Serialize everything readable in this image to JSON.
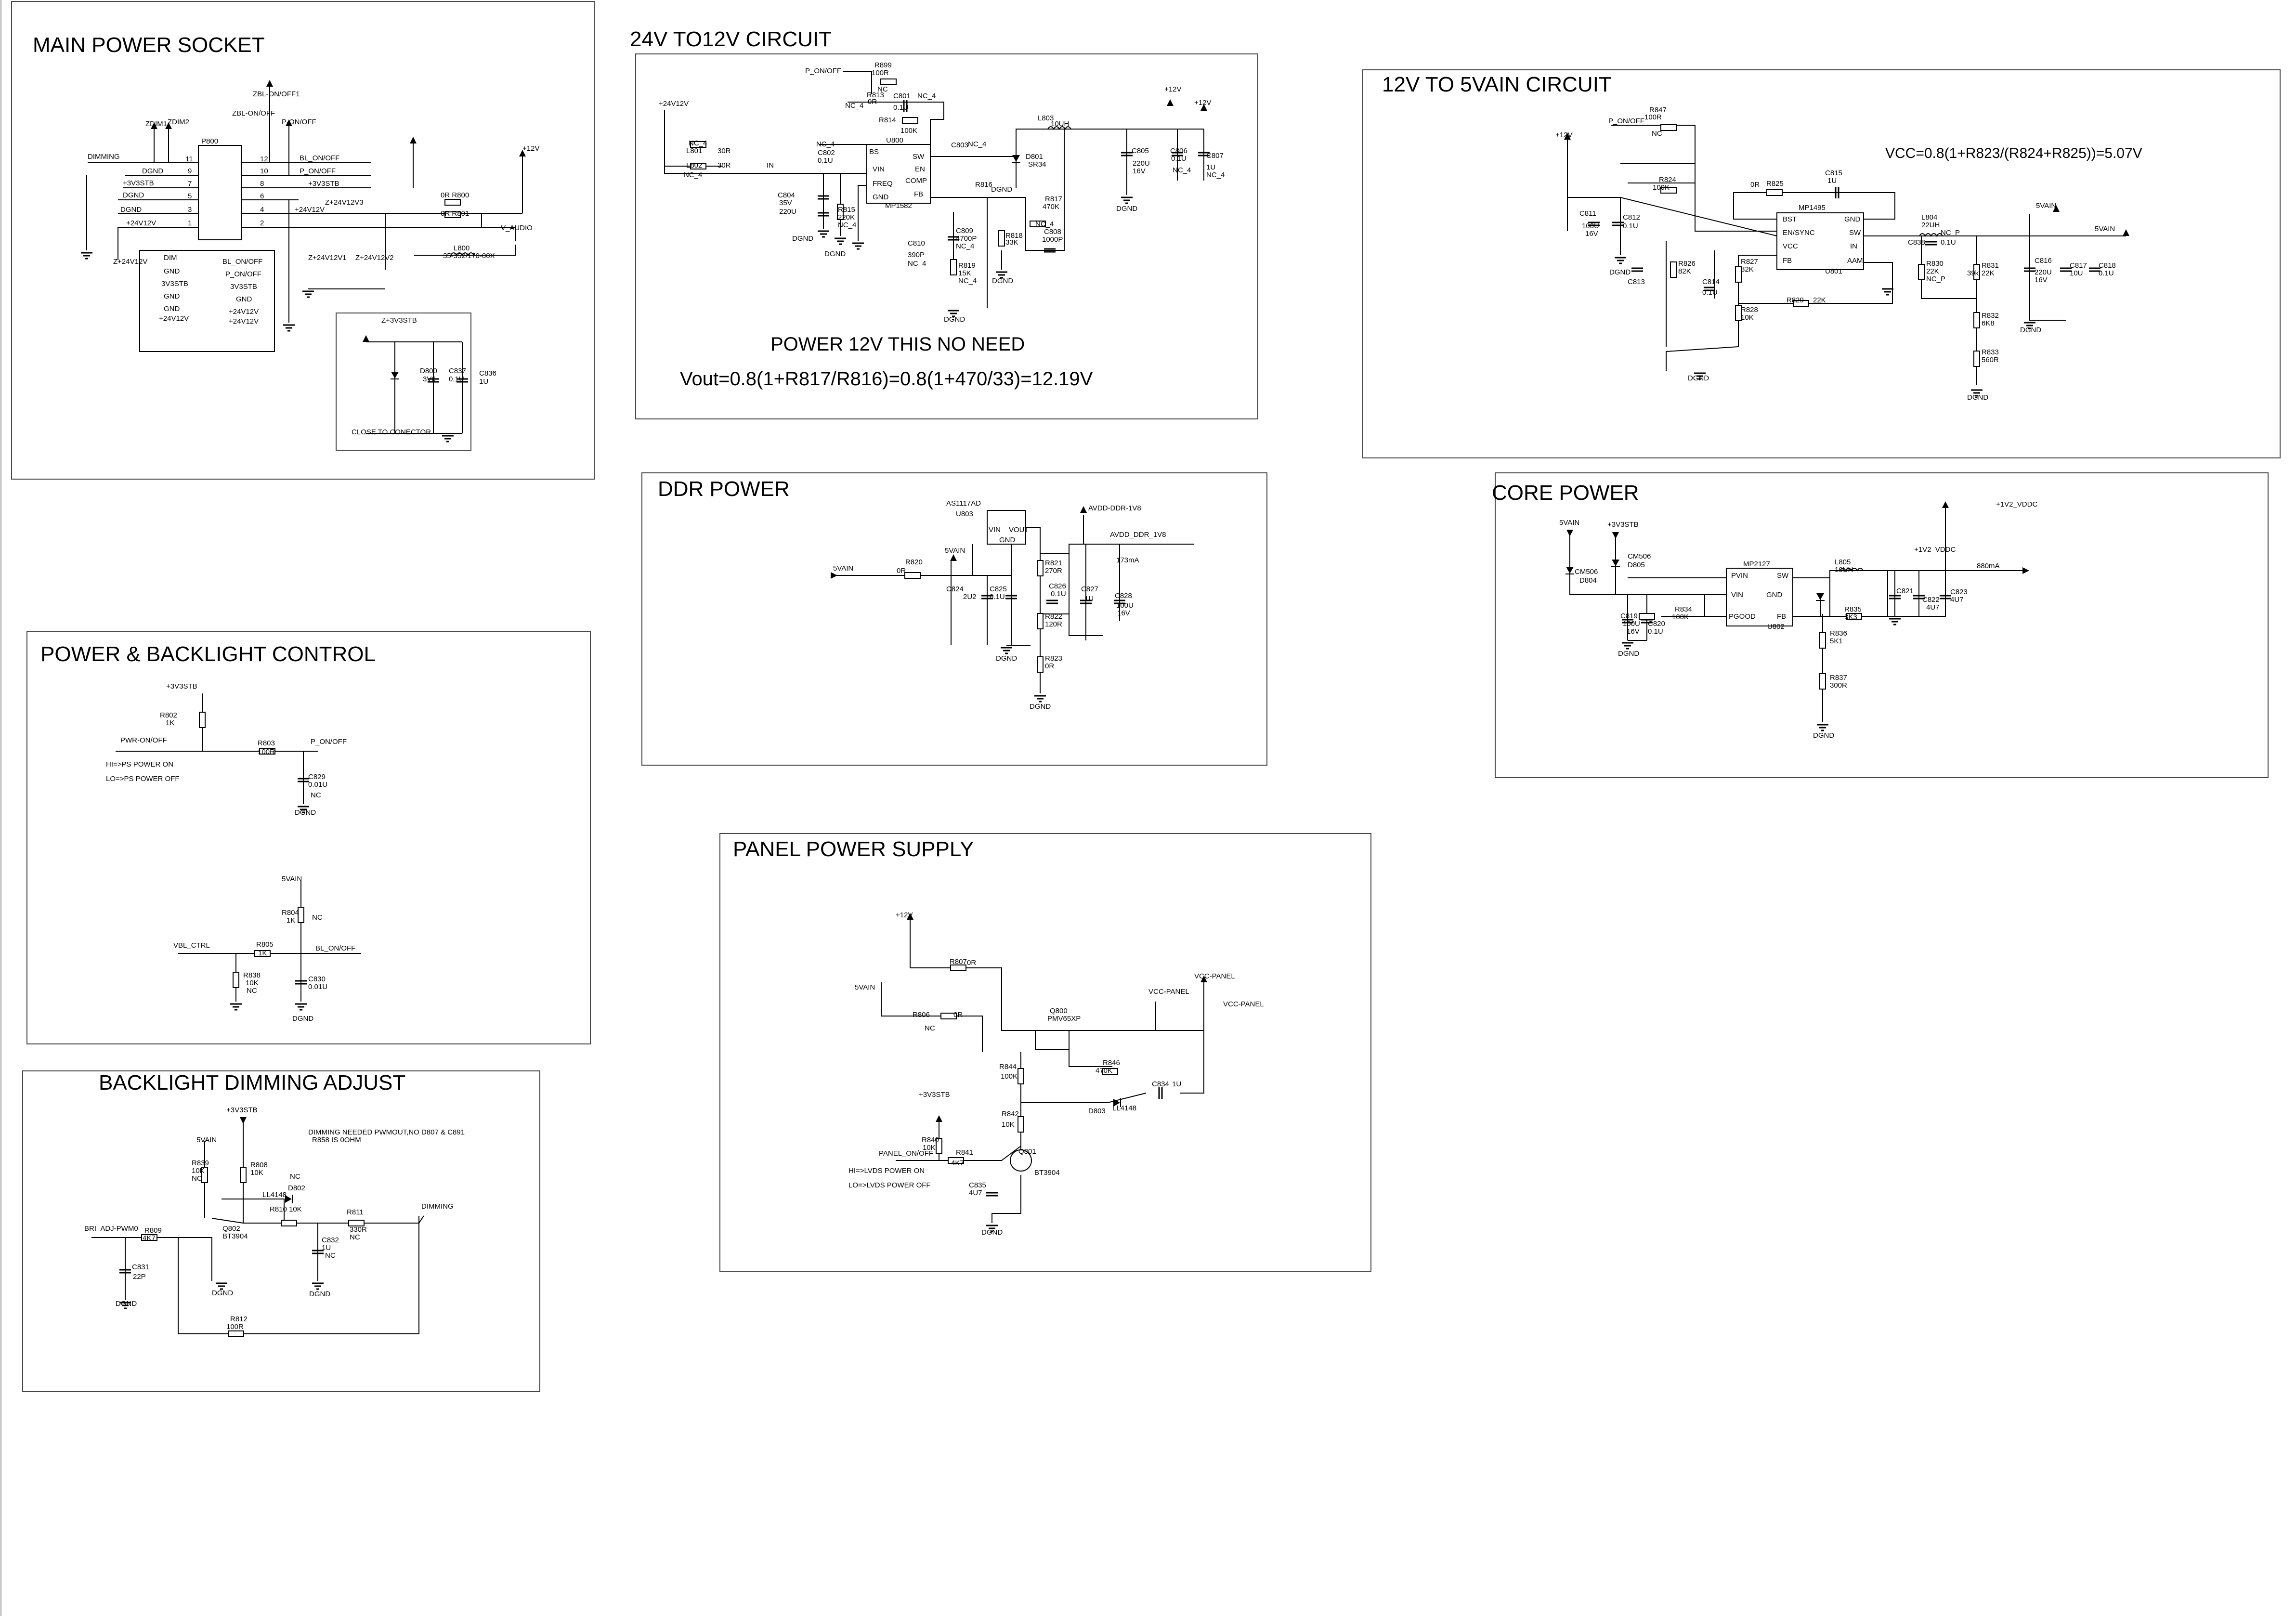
{
  "sections": {
    "main_power_socket": {
      "title": "MAIN POWER SOCKET",
      "labels": [
        "DIMMING",
        "ZDIM1",
        "ZDIM2",
        "ZBL-ON/OFF1",
        "ZBL-ON/OFF",
        "P-ON/OFF",
        "P800",
        "+3V3STB",
        "DGND",
        "DGND",
        "DGND",
        "+24V12V",
        "Z+24V12V",
        "11",
        "9",
        "7",
        "5",
        "3",
        "1",
        "12",
        "10",
        "8",
        "6",
        "4",
        "2",
        "BL_ON/OFF",
        "P_ON/OFF",
        "+3V3STB",
        "+24V12V",
        "Z+24V12V3",
        "Z+24V12V1",
        "Z+24V12V2",
        "0R R800",
        "0R R801",
        "V_AUDIO",
        "+12V",
        "L800",
        "35-352/170-00X",
        "DIM",
        "GND",
        "3V3STB",
        "GND",
        "GND",
        "+24V12V",
        "BL_ON/OFF",
        "P_ON/OFF",
        "3V3STB",
        "GND",
        "+24V12V",
        "+24V12V",
        "Z+3V3STB",
        "D800",
        "3V6",
        "C837",
        "0.1U",
        "C836",
        "1U",
        "CLOSE TO CONECTOR"
      ]
    },
    "c24v_to_12v": {
      "title": "24V TO12V CIRCUIT",
      "note1": "POWER  12V  THIS  NO NEED",
      "note2": "Vout=0.8(1+R817/R816)=0.8(1+470/33)=12.19V",
      "labels": [
        "P_ON/OFF",
        "R899",
        "100R",
        "NC",
        "R813",
        "0R",
        "C801",
        "0.1U",
        "NC_4",
        "NC_4",
        "R814",
        "100K",
        "+24V12V",
        "NC_4",
        "L801",
        "30R",
        "L802",
        "30R",
        "NC_4",
        "IN",
        "U800",
        "NC_4",
        "C802",
        "0.1U",
        "BS",
        "SW",
        "VIN",
        "EN",
        "FREQ",
        "COMP",
        "GND",
        "FB",
        "MP1582",
        "C804",
        "35V",
        "220U",
        "R815",
        "220K",
        "NC_4",
        "C803",
        "R816",
        "NC_4",
        "D801",
        "SR34",
        "L803",
        "10UH",
        "C805",
        "220U",
        "16V",
        "C806",
        "0.1U",
        "C807",
        "1U",
        "NC_4",
        "NC_4",
        "+12V",
        "+12V",
        "R817",
        "470K",
        "C808",
        "1000P",
        "R818",
        "33K",
        "NC_4",
        "C810",
        "390P",
        "NC_4",
        "C809",
        "4700P",
        "NC_4",
        "R819",
        "15K",
        "NC_4",
        "DGND",
        "DGND",
        "DGND",
        "DGND",
        "DGND",
        "DGND"
      ]
    },
    "c12v_to_5vain": {
      "title": "12V TO 5VAIN CIRCUIT",
      "formula": "VCC=0.8(1+R823/(R824+R825))=5.07V",
      "labels": [
        "+12V",
        "P_ON/OFF",
        "R847",
        "100R",
        "NC",
        "R824",
        "100K",
        "0R",
        "R825",
        "C815",
        "1U",
        "MP1495",
        "BST",
        "GND",
        "EN/SYNC",
        "SW",
        "VCC",
        "IN",
        "FB",
        "AAM",
        "U801",
        "L804",
        "22UH",
        "NC_P",
        "0.1U",
        "C838",
        "5VAIN",
        "5VAIN",
        "C811",
        "100U",
        "16V",
        "C812",
        "0.1U",
        "C813",
        "R826",
        "82K",
        "C814",
        "0.1U",
        "R827",
        "82K",
        "R828",
        "10K",
        "R829",
        "22K",
        "R830",
        "22K",
        "NC_P",
        "R831",
        "22K",
        "39k",
        "C816",
        "220U",
        "16V",
        "C817",
        "10U",
        "C818",
        "0.1U",
        "R832",
        "6K8",
        "R833",
        "560R",
        "DGND",
        "DGND",
        "DGND",
        "DGND"
      ]
    },
    "ddr_power": {
      "title": "DDR POWER",
      "labels": [
        "AS1117AD",
        "U803",
        "AVDD-DDR-1V8",
        "AVDD_DDR_1V8",
        "173mA",
        "5VAIN",
        "5VAIN",
        "R820",
        "0R",
        "R821",
        "270R",
        "C824",
        "2U2",
        "C825",
        "0.1U",
        "C826",
        "0.1U",
        "C827",
        "1U",
        "C828",
        "100U",
        "16V",
        "R822",
        "120R",
        "R823",
        "0R",
        "VIN",
        "GND",
        "VOUT",
        "DGND",
        "DGND"
      ]
    },
    "core_power": {
      "title": "CORE POWER",
      "labels": [
        "5VAIN",
        "+3V3STB",
        "CM506",
        "D804",
        "CM506",
        "D805",
        "MP2127",
        "PVIN",
        "SW",
        "VIN",
        "GND",
        "PGOOD",
        "FB",
        "U802",
        "L805",
        "10UH",
        "+1V2_VDDC",
        "+1V2_VDDC",
        "880mA",
        "C819",
        "100U",
        "16V",
        "C820",
        "0.1U",
        "R834",
        "100K",
        "C821",
        "C822",
        "4U7",
        "C823",
        "4U7",
        "R835",
        "3K3",
        "R836",
        "5K1",
        "R837",
        "300R",
        "DGND",
        "DGND"
      ]
    },
    "power_backlight_control": {
      "title": "POWER & BACKLIGHT  CONTROL",
      "labels": [
        "+3V3STB",
        "R802",
        "1K",
        "PWR-ON/OFF",
        "R803",
        "100R",
        "P_ON/OFF",
        "C829",
        "0.01U",
        "NC",
        "HI=>PS POWER ON",
        "LO=>PS POWER OFF",
        "DGND",
        "5VAIN",
        "R804",
        "1K",
        "NC",
        "VBL_CTRL",
        "R805",
        "1K",
        "BL_ON/OFF",
        "R838",
        "10K",
        "NC",
        "C830",
        "0.01U",
        "DGND"
      ]
    },
    "backlight_dimming_adjust": {
      "title": "BACKLIGHT DIMMING ADJUST",
      "labels": [
        "+3V3STB",
        "5VAIN",
        "DIMMING NEEDED PWMOUT,NO D807 & C891",
        "R858 IS 0OHM",
        "R839",
        "10K",
        "NC",
        "R808",
        "10K",
        "D802",
        "LL4148",
        "NC",
        "R810",
        "10K",
        "R811",
        "330R",
        "NC",
        "DIMMING",
        "BRI_ADJ-PWM0",
        "R809",
        "4K7",
        "Q802",
        "BT3904",
        "C831",
        "22P",
        "C832",
        "1U",
        "NC",
        "R812",
        "100R",
        "DGND",
        "DGND",
        "DGND"
      ]
    },
    "panel_power_supply": {
      "title": "PANEL POWER SUPPLY",
      "labels": [
        "+12V",
        "R807",
        "0R",
        "5VAIN",
        "R806",
        "0R",
        "NC",
        "Q800",
        "PMV65XP",
        "VCC-PANEL",
        "VCC-PANEL",
        "VCC-PANEL",
        "R844",
        "100K",
        "R846",
        "470K",
        "C834",
        "1U",
        "R842",
        "10K",
        "D803",
        "LL4148",
        "+3V3STB",
        "PANEL_ON/OFF",
        "R840",
        "10K",
        "R841",
        "4K7",
        "Q801",
        "BT3904",
        "C835",
        "4U7",
        "HI=>LVDS POWER ON",
        "LO=>LVDS POWER OFF",
        "DGND"
      ]
    }
  }
}
